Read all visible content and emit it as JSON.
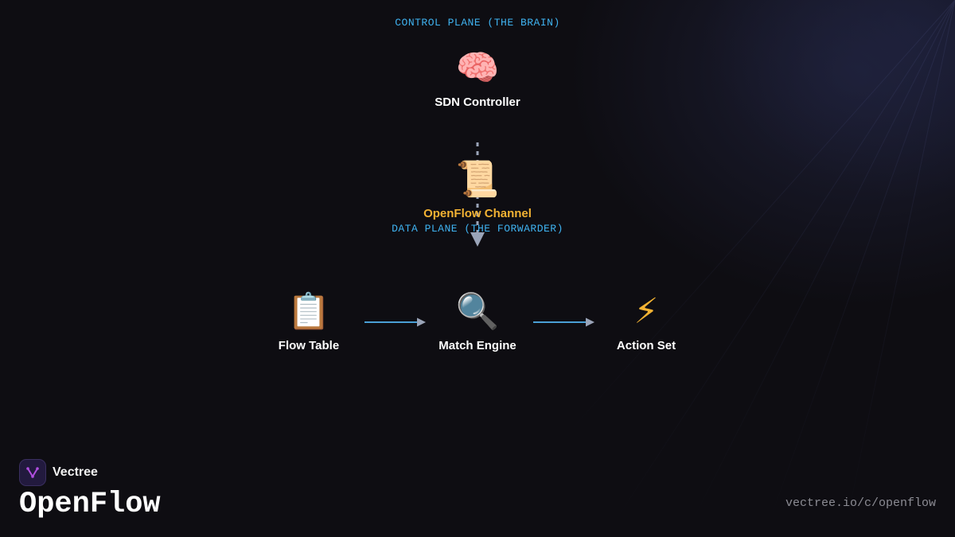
{
  "diagram": {
    "control_plane_label": "CONTROL PLANE (THE BRAIN)",
    "data_plane_label": "DATA PLANE (THE FORWARDER)",
    "controller": {
      "icon": "brain-icon",
      "glyph": "🧠",
      "label": "SDN Controller"
    },
    "channel": {
      "icon": "scroll-icon",
      "glyph": "📜",
      "label": "OpenFlow Channel"
    },
    "pipeline": [
      {
        "id": "flow-table",
        "icon": "clipboard-icon",
        "glyph": "📋",
        "label": "Flow Table"
      },
      {
        "id": "match-engine",
        "icon": "magnifier-icon",
        "glyph": "🔍",
        "label": "Match Engine"
      },
      {
        "id": "action-set",
        "icon": "lightning-icon",
        "glyph": "⚡",
        "label": "Action Set"
      }
    ]
  },
  "colors": {
    "accent_blue": "#3fb2f0",
    "accent_gold": "#f2b233",
    "connector_gray": "#9aa4b8",
    "arrow_blue": "#4a9fd6",
    "logo_purple": "#b04fe0"
  },
  "footer": {
    "brand_name": "Vectree",
    "logo_icon": "vectree-logo-icon",
    "title": "OpenFlow",
    "url": "vectree.io/c/openflow"
  }
}
